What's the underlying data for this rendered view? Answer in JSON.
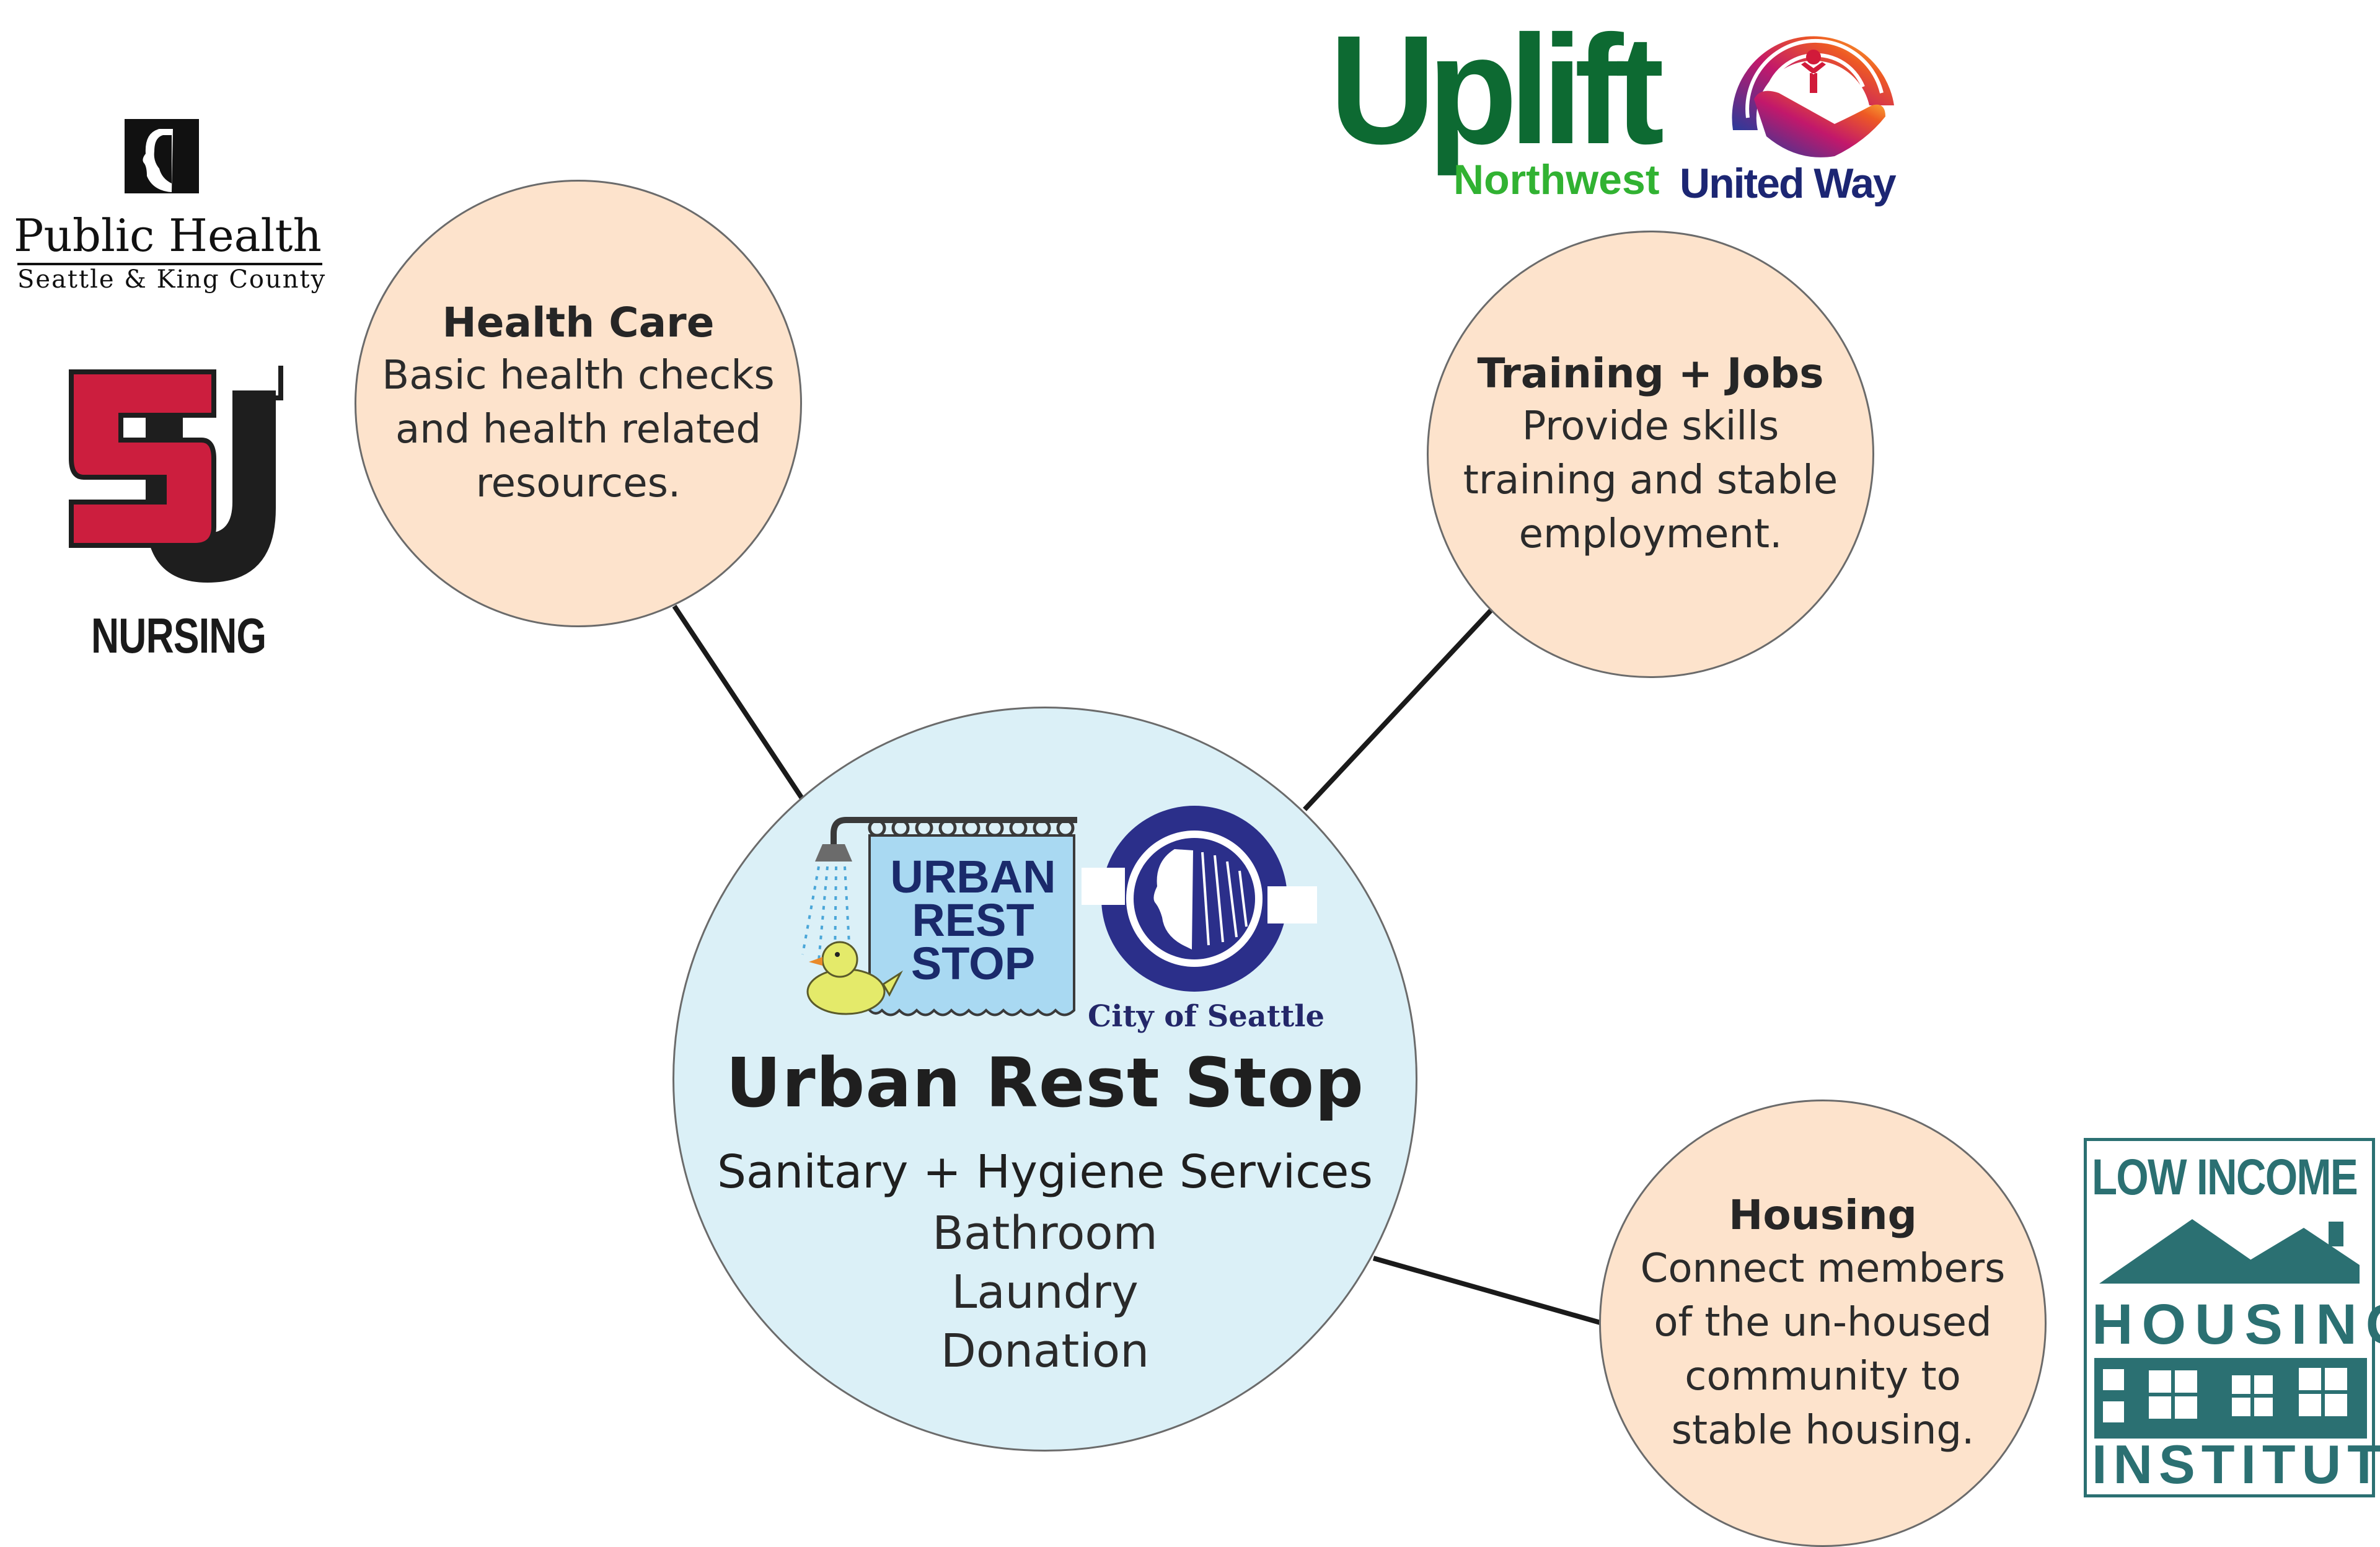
{
  "colors": {
    "node_fill": "#fde3cc",
    "hub_fill": "#dbf0f7",
    "outline": "#6b6b6b",
    "connector": "#1a1a1a"
  },
  "hub": {
    "title": "Urban Rest Stop",
    "subtitle": "Sanitary + Hygiene Services",
    "services": [
      "Bathroom",
      "Laundry",
      "Donation"
    ]
  },
  "nodes": [
    {
      "id": "health-care",
      "title": "Health Care",
      "lines": [
        "Basic health checks",
        "and health related",
        "resources."
      ]
    },
    {
      "id": "training-jobs",
      "title": "Training + Jobs",
      "lines": [
        "Provide skills",
        "training and stable",
        "employment."
      ]
    },
    {
      "id": "housing",
      "title": "Housing",
      "lines": [
        "Connect members",
        "of the un-housed",
        "community to",
        "stable housing."
      ]
    }
  ],
  "logos": {
    "public_health": {
      "name": "Public Health",
      "sub": "Seattle & King County"
    },
    "seattle_u": {
      "letters": "SU",
      "label": "NURSING"
    },
    "uplift": {
      "name": "Uplift",
      "sub": "Northwest"
    },
    "united_way": {
      "name": "United Way"
    },
    "urban_rest_stop": {
      "line1": "URBAN",
      "line2": "REST",
      "line3": "STOP"
    },
    "city_of_seattle": {
      "name": "City of Seattle"
    },
    "low_income_housing": {
      "line1": "LOW INCOME",
      "line2": "HOUSING",
      "line3": "INSTITUTE"
    }
  }
}
